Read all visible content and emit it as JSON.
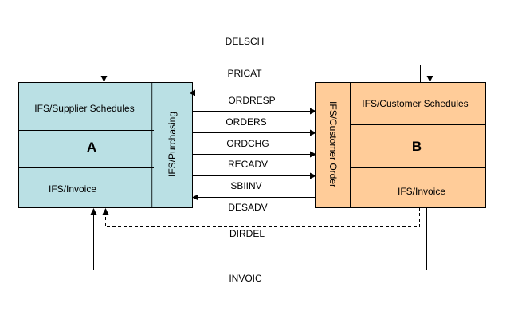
{
  "colors": {
    "system_a_fill": "#BAE0E4",
    "system_b_fill": "#FFCC99",
    "line": "#000000",
    "background": "#FFFFFF"
  },
  "system_a": {
    "name": "A",
    "top_section": "IFS/Supplier Schedules",
    "bottom_section": "IFS/Invoice",
    "side_section": "IFS/Purchasing"
  },
  "system_b": {
    "name": "B",
    "top_section": "IFS/Customer Schedules",
    "bottom_section": "IFS/Invoice",
    "side_section": "IFS/Customer Order"
  },
  "messages": {
    "delsch": {
      "label": "DELSCH",
      "direction": "A to B",
      "style": "solid"
    },
    "pricat": {
      "label": "PRICAT",
      "direction": "B to A",
      "style": "solid"
    },
    "ordresp": {
      "label": "ORDRESP",
      "direction": "B to A",
      "style": "solid"
    },
    "orders": {
      "label": "ORDERS",
      "direction": "A to B",
      "style": "solid"
    },
    "ordchg": {
      "label": "ORDCHG",
      "direction": "A to B",
      "style": "solid"
    },
    "recadv": {
      "label": "RECADV",
      "direction": "A to B",
      "style": "solid"
    },
    "sbiinv": {
      "label": "SBIINV",
      "direction": "A to B",
      "style": "solid"
    },
    "desadv": {
      "label": "DESADV",
      "direction": "B to A",
      "style": "solid"
    },
    "dirdel": {
      "label": "DIRDEL",
      "direction": "B to A",
      "style": "dashed"
    },
    "invoic": {
      "label": "INVOIC",
      "direction": "B to A",
      "style": "solid"
    }
  }
}
